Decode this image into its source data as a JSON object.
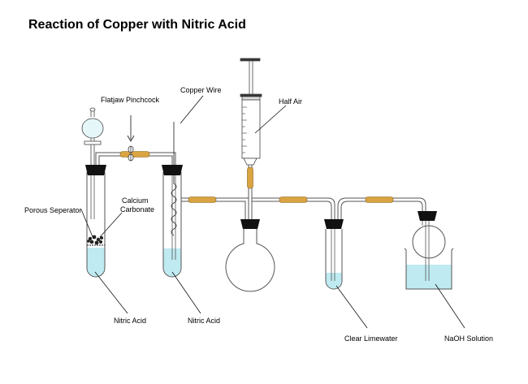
{
  "title": "Reaction of Copper with Nitric Acid",
  "labels": {
    "flatjaw_pinchcock": "Flatjaw Pinchcock",
    "copper_wire": "Copper Wire",
    "half_air": "Half Air",
    "porous_separator": "Porous Seperator",
    "calcium_carbonate_1": "Calcium",
    "calcium_carbonate_2": "Carbonate",
    "nitric_acid_1": "Nitric Acid",
    "nitric_acid_2": "Nitric Acid",
    "clear_limewater": "Clear Limewater",
    "naoh_solution": "NaOH  Solution"
  },
  "colors": {
    "liquid": "#bfeaf1",
    "connector": "#d9a441",
    "stopper": "#111111",
    "glass_line": "#555555"
  }
}
